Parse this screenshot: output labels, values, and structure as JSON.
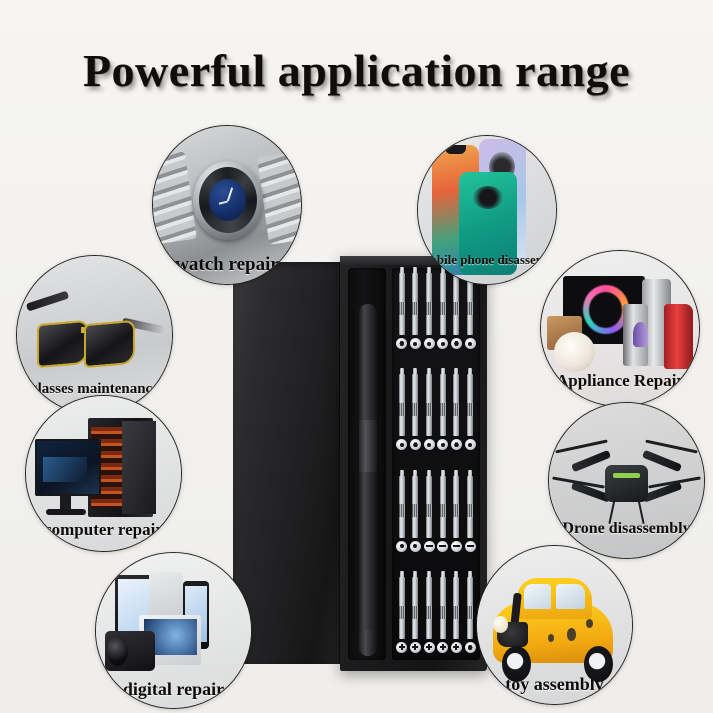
{
  "page": {
    "title": "Powerful application range",
    "background_color": "#f4f3f1",
    "title_color": "#100e0d"
  },
  "product": {
    "name": "precision-screwdriver-kit",
    "case_color": "#1b1b1d",
    "handle_color": "#2e2e31",
    "bit_color": "#d2d5d9",
    "bit_rows": 4,
    "bits_per_row": 6,
    "total_bits_visible": 24
  },
  "bubbles": [
    {
      "id": "watch-repair",
      "label": "watch repair"
    },
    {
      "id": "mobile-phone-disassembly",
      "label": "Mobile phone disassembly"
    },
    {
      "id": "glasses-maintenance",
      "label": "glasses maintenance"
    },
    {
      "id": "appliance-repair",
      "label": "Appliance Repair"
    },
    {
      "id": "computer-repair",
      "label": "computer repair"
    },
    {
      "id": "drone-disassembly",
      "label": "Drone disassembly"
    },
    {
      "id": "digital-repair",
      "label": "digital repair"
    },
    {
      "id": "toy-assembly",
      "label": "toy assembly"
    }
  ]
}
